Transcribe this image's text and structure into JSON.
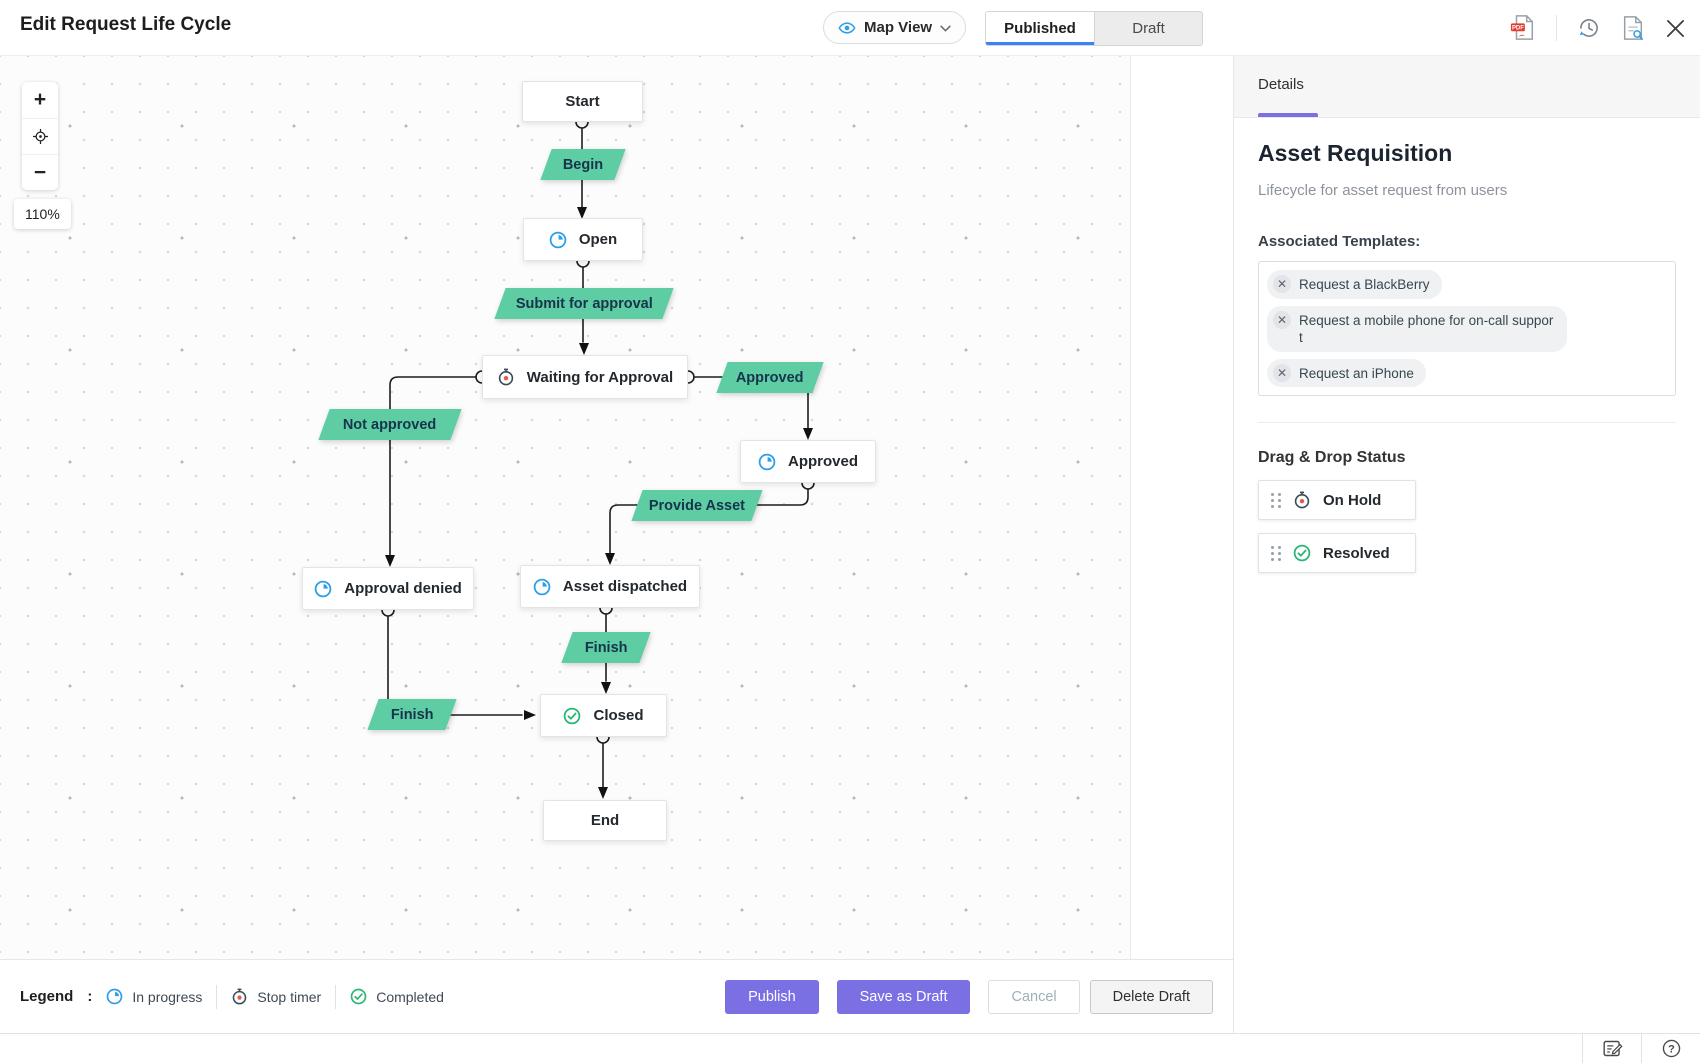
{
  "header": {
    "title": "Edit Request Life Cycle",
    "view_selector": {
      "label": "Map View"
    },
    "tabs": {
      "published": "Published",
      "draft": "Draft"
    }
  },
  "canvas": {
    "zoom_in": "+",
    "zoom_out": "−",
    "zoom_percent": "110%"
  },
  "flowchart": {
    "nodes": {
      "start": {
        "label": "Start"
      },
      "open": {
        "label": "Open",
        "icon": "in-progress"
      },
      "waiting_for_approval": {
        "label": "Waiting for Approval",
        "icon": "stop-timer"
      },
      "approved": {
        "label": "Approved",
        "icon": "in-progress"
      },
      "approval_denied": {
        "label": "Approval denied",
        "icon": "in-progress"
      },
      "asset_dispatched": {
        "label": "Asset dispatched",
        "icon": "in-progress"
      },
      "closed": {
        "label": "Closed",
        "icon": "completed"
      },
      "end": {
        "label": "End"
      }
    },
    "transitions": {
      "begin": "Begin",
      "submit_for_approval": "Submit for approval",
      "approved": "Approved",
      "not_approved": "Not approved",
      "provide_asset": "Provide Asset",
      "finish_from_asset": "Finish",
      "finish_from_denied": "Finish"
    }
  },
  "legend": {
    "title": "Legend",
    "colon": ":",
    "items": [
      {
        "label": "In progress",
        "icon": "in-progress"
      },
      {
        "label": "Stop timer",
        "icon": "stop-timer"
      },
      {
        "label": "Completed",
        "icon": "completed"
      }
    ]
  },
  "footer_buttons": {
    "publish": "Publish",
    "save_as_draft": "Save as Draft",
    "cancel": "Cancel",
    "delete_draft": "Delete Draft"
  },
  "details_panel": {
    "tab_label": "Details",
    "title": "Asset Requisition",
    "subtitle": "Lifecycle for asset request from users",
    "templates_label": "Associated Templates:",
    "templates": [
      "Request a BlackBerry",
      "Request a mobile phone for on-call support",
      "Request an iPhone"
    ],
    "drag_drop_label": "Drag & Drop Status",
    "statuses": [
      {
        "label": "On Hold",
        "icon": "stop-timer"
      },
      {
        "label": "Resolved",
        "icon": "completed"
      }
    ]
  },
  "colors": {
    "transition_green": "#5ecda4",
    "primary_purple": "#7b6fe4",
    "tab_active_blue": "#3b82f6",
    "in_progress_blue": "#2d9fe8",
    "completed_green": "#2bb673",
    "stop_timer_red": "#e8594a"
  }
}
